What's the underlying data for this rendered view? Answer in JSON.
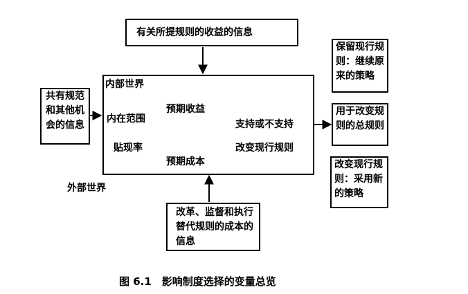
{
  "top_box": "有关所提规则的收益的信息",
  "inner_world": {
    "title": "内部世界",
    "scope": "内在范围",
    "discount": "贴现率",
    "expected_gain": "预期收益",
    "expected_cost": "预期成本",
    "support": "支持或不支持",
    "change": "改变现行规则"
  },
  "left_box": "共有规范和其他机会的信息",
  "outer_world": "外部世界",
  "bottom_box": "改革、监督和执行替代规则的成本的信息",
  "right_boxes": [
    "保留现行规则：继续原来的策略",
    "用于改变规则的总规则",
    "改变现行规则：采用新的策略"
  ],
  "caption": "图 6.1　影响制度选择的变量总览"
}
